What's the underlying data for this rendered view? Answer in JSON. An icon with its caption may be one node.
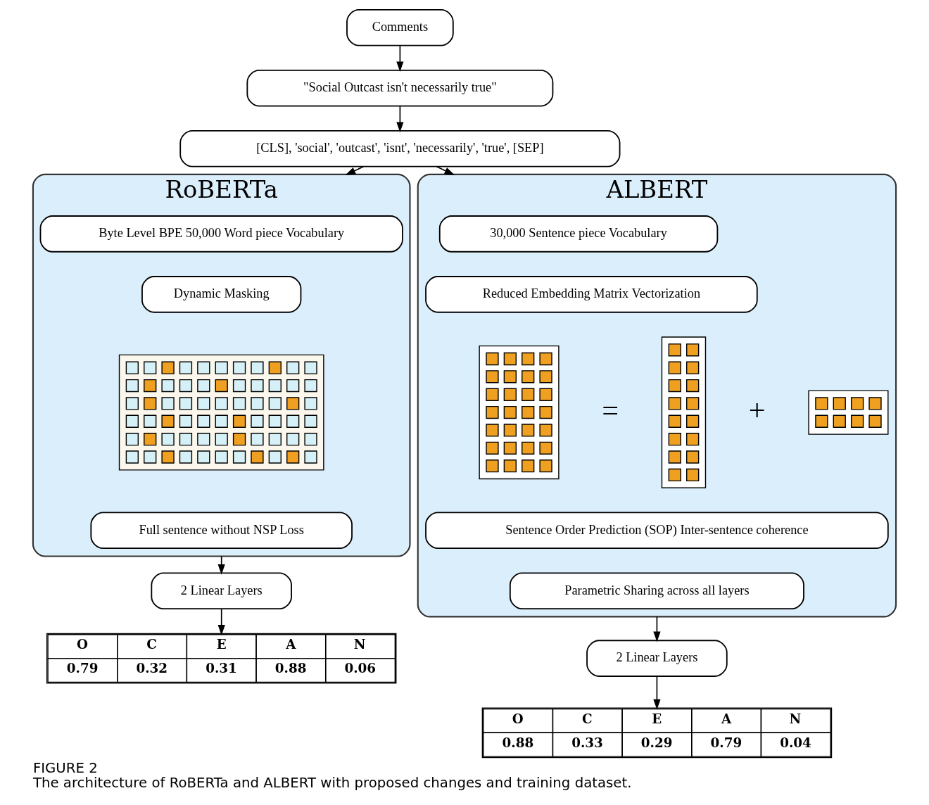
{
  "diagram": {
    "title": "FIGURE 2",
    "caption": "The architecture of RoBERTa and ALBERT with proposed changes and training dataset.",
    "nodes": [
      {
        "text": [
          "Comments"
        ]
      },
      {
        "text": [
          "\"Social Outcast isn't necessarily true\""
        ]
      },
      {
        "text": [
          "[CLS], 'social', 'outcast', 'isnt', 'necessarily', 'true', [SEP]"
        ]
      },
      {
        "text": [
          "RoBERTa"
        ]
      },
      {
        "text": [
          "Byte Level BPE 50,000 Word piece Vocabulary"
        ],
        "in": 3
      },
      {
        "text": [
          "Dynamic Masking"
        ],
        "in": 3
      },
      {
        "text": [],
        "shape": "picture",
        "in": 3
      },
      {
        "text": [
          "Full sentence without NSP Loss"
        ],
        "in": 3
      },
      {
        "text": [
          "ALBERT"
        ]
      },
      {
        "text": [
          "30,000 Sentence piece Vocabulary"
        ],
        "in": 8
      },
      {
        "text": [
          "Reduced Embedding Matrix Vectorization"
        ],
        "in": 8
      },
      {
        "text": [],
        "shape": "picture",
        "in": 8
      },
      {
        "text": [],
        "shape": "picture",
        "in": 8
      },
      {
        "text": [],
        "shape": "picture",
        "in": 8
      },
      {
        "text": [
          "Sentence Order Prediction (SOP) Inter-sentence coherence"
        ],
        "in": 8
      },
      {
        "text": [
          "Parametric Sharing across all layers"
        ],
        "in": 8
      },
      {
        "text": [
          "2 Linear Layers"
        ]
      },
      {
        "text": [
          "2 Linear Layers"
        ]
      },
      {
        "text": [
          "O",
          "C",
          "E",
          "A",
          "N",
          "0.79",
          "0.32",
          "0.31",
          "0.88",
          "0.06"
        ]
      },
      {
        "text": [
          "O",
          "C",
          "E",
          "A",
          "N",
          "0.88",
          "0.33",
          "0.29",
          "0.79",
          "0.04"
        ]
      }
    ],
    "edges": [
      {
        "from": 0,
        "to": 1,
        "arrow": "to"
      },
      {
        "from": 1,
        "to": 2,
        "arrow": "to"
      },
      {
        "from": 2,
        "to": 3,
        "arrow": "to"
      },
      {
        "from": 2,
        "to": 8,
        "arrow": "to"
      },
      {
        "from": 3,
        "to": 16,
        "arrow": "to"
      },
      {
        "from": 8,
        "to": 17,
        "arrow": "to"
      },
      {
        "from": 16,
        "to": 18,
        "arrow": "to"
      },
      {
        "from": 17,
        "to": 19,
        "arrow": "to"
      }
    ],
    "labels": [
      "=",
      "+"
    ]
  }
}
